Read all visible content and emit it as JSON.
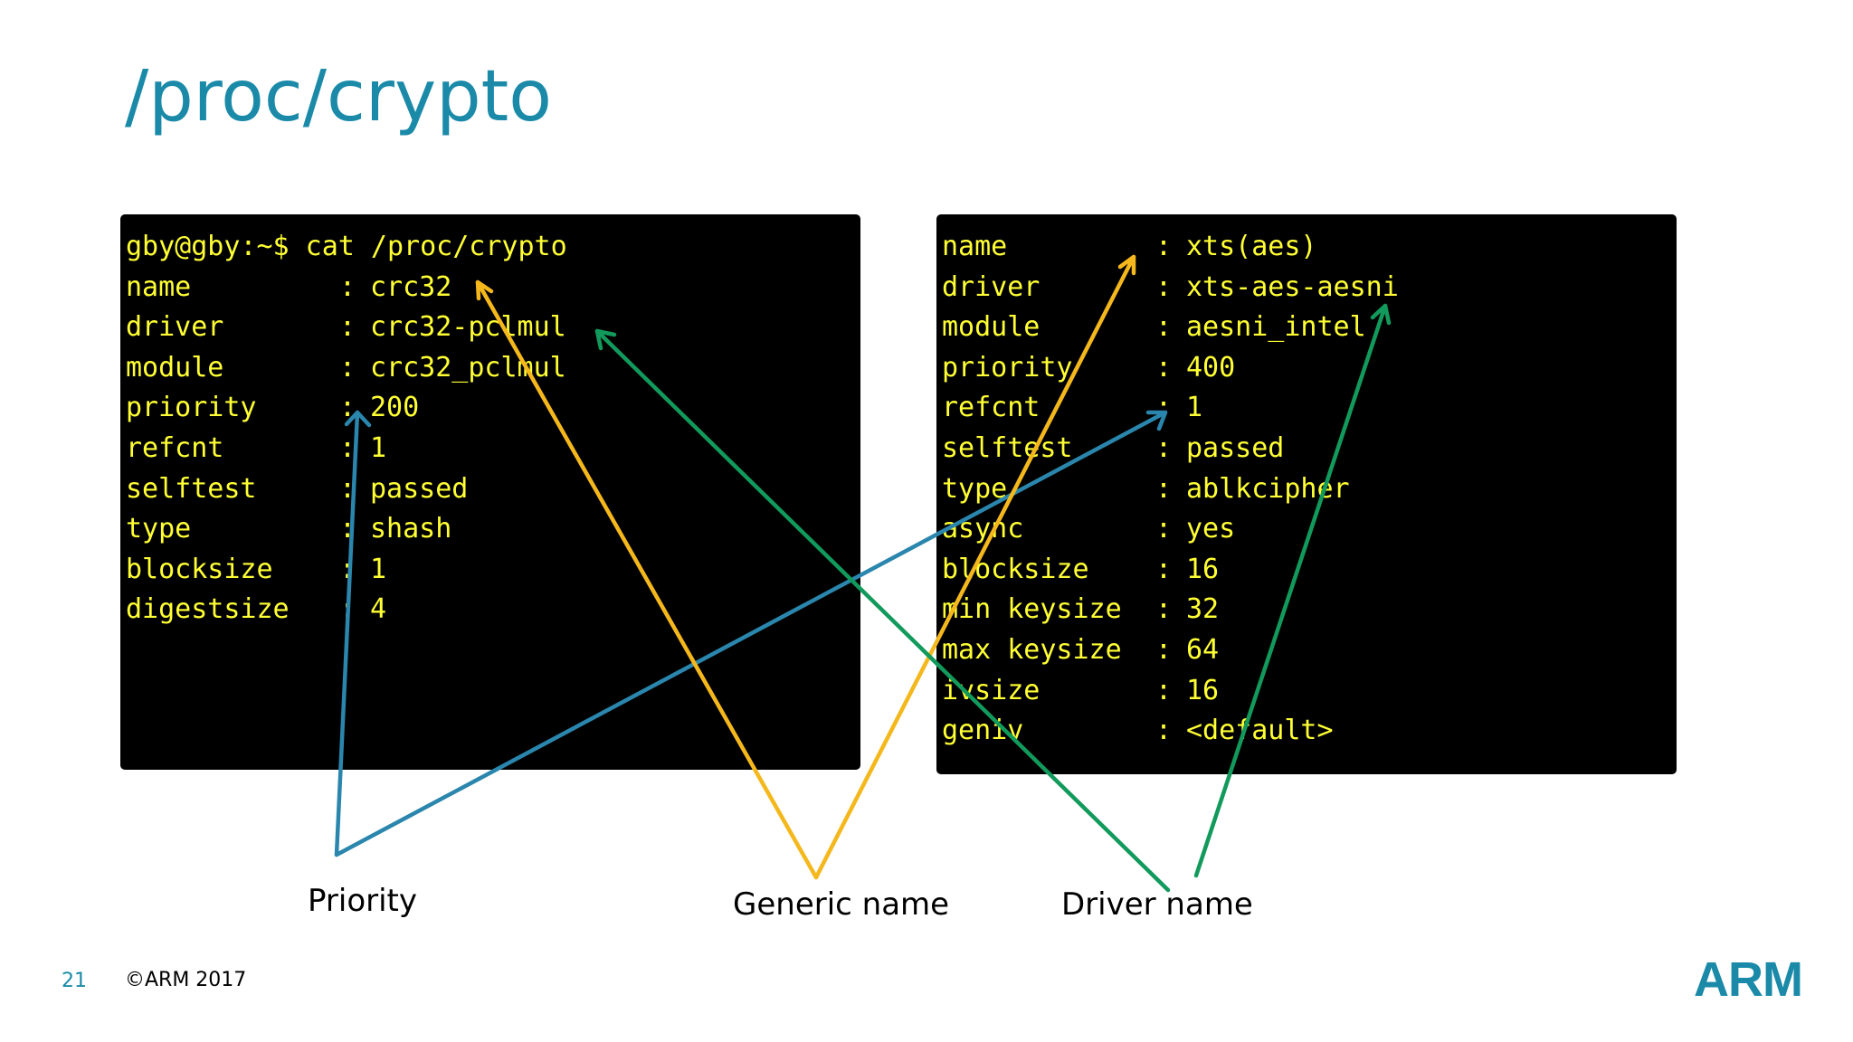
{
  "slide": {
    "title": "/proc/crypto",
    "page_number": "21",
    "copyright": "©ARM 2017",
    "logo_text": "ARM"
  },
  "terminal_left": {
    "prompt": "gby@gby:~$ cat /proc/crypto",
    "rows": [
      {
        "key": "name",
        "value": "crc32"
      },
      {
        "key": "driver",
        "value": "crc32-pclmul"
      },
      {
        "key": "module",
        "value": "crc32_pclmul"
      },
      {
        "key": "priority",
        "value": "200"
      },
      {
        "key": "refcnt",
        "value": "1"
      },
      {
        "key": "selftest",
        "value": "passed"
      },
      {
        "key": "type",
        "value": "shash"
      },
      {
        "key": "blocksize",
        "value": "1"
      },
      {
        "key": "digestsize",
        "value": "4"
      }
    ]
  },
  "terminal_right": {
    "rows": [
      {
        "key": "name",
        "value": "xts(aes)"
      },
      {
        "key": "driver",
        "value": "xts-aes-aesni"
      },
      {
        "key": "module",
        "value": "aesni_intel"
      },
      {
        "key": "priority",
        "value": "400"
      },
      {
        "key": "refcnt",
        "value": "1"
      },
      {
        "key": "selftest",
        "value": "passed"
      },
      {
        "key": "type",
        "value": "ablkcipher"
      },
      {
        "key": "async",
        "value": "yes"
      },
      {
        "key": "blocksize",
        "value": "16"
      },
      {
        "key": "min keysize",
        "value": "32"
      },
      {
        "key": "max keysize",
        "value": "64"
      },
      {
        "key": "ivsize",
        "value": "16"
      },
      {
        "key": "geniv",
        "value": "<default>"
      }
    ]
  },
  "separator": ":",
  "callouts": {
    "priority": "Priority",
    "generic_name": "Generic name",
    "driver_name": "Driver name"
  },
  "colors": {
    "title": "#1a8aa8",
    "terminal_bg": "#000000",
    "terminal_text": "#ffff33",
    "priority_arrow": "#2a86ad",
    "generic_arrow": "#f5b81c",
    "driver_arrow": "#129a5c"
  }
}
